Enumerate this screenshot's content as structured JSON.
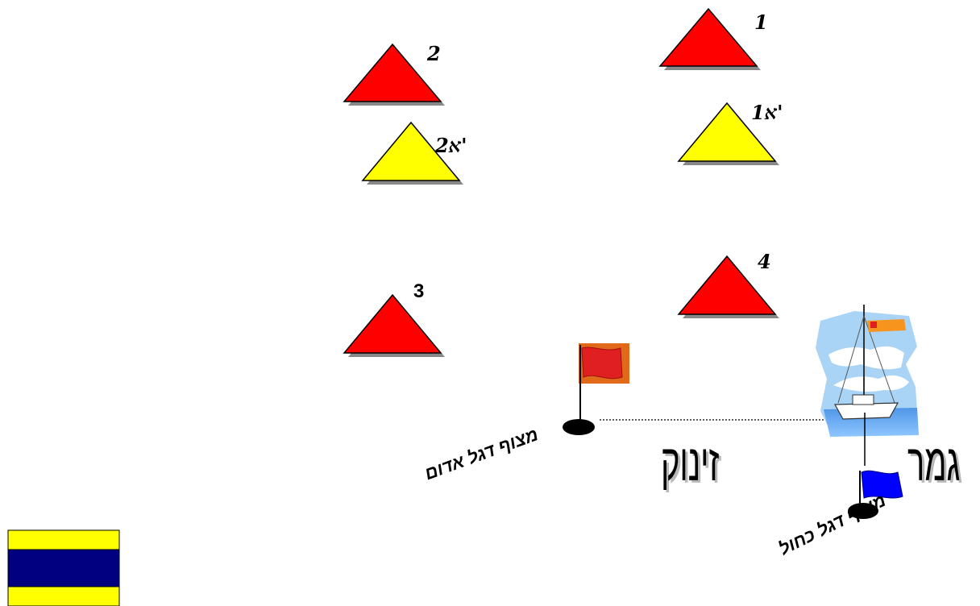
{
  "marks": {
    "m1": "1",
    "m2": "2",
    "m1a": "1א'",
    "m2a": "2א'",
    "m3": "3",
    "m4": "4"
  },
  "words": {
    "start": "זינוק",
    "finish": "גמר"
  },
  "buoys": {
    "red_flag_buoy": "מצוף דגל אדום",
    "blue_flag_buoy": "מצוף דגל כחול"
  },
  "colors": {
    "red_mark": "#ff0000",
    "yellow_mark": "#ffff00",
    "navy": "#000080",
    "blue_flag": "#0000ff",
    "orange_bg": "#e0691a"
  }
}
